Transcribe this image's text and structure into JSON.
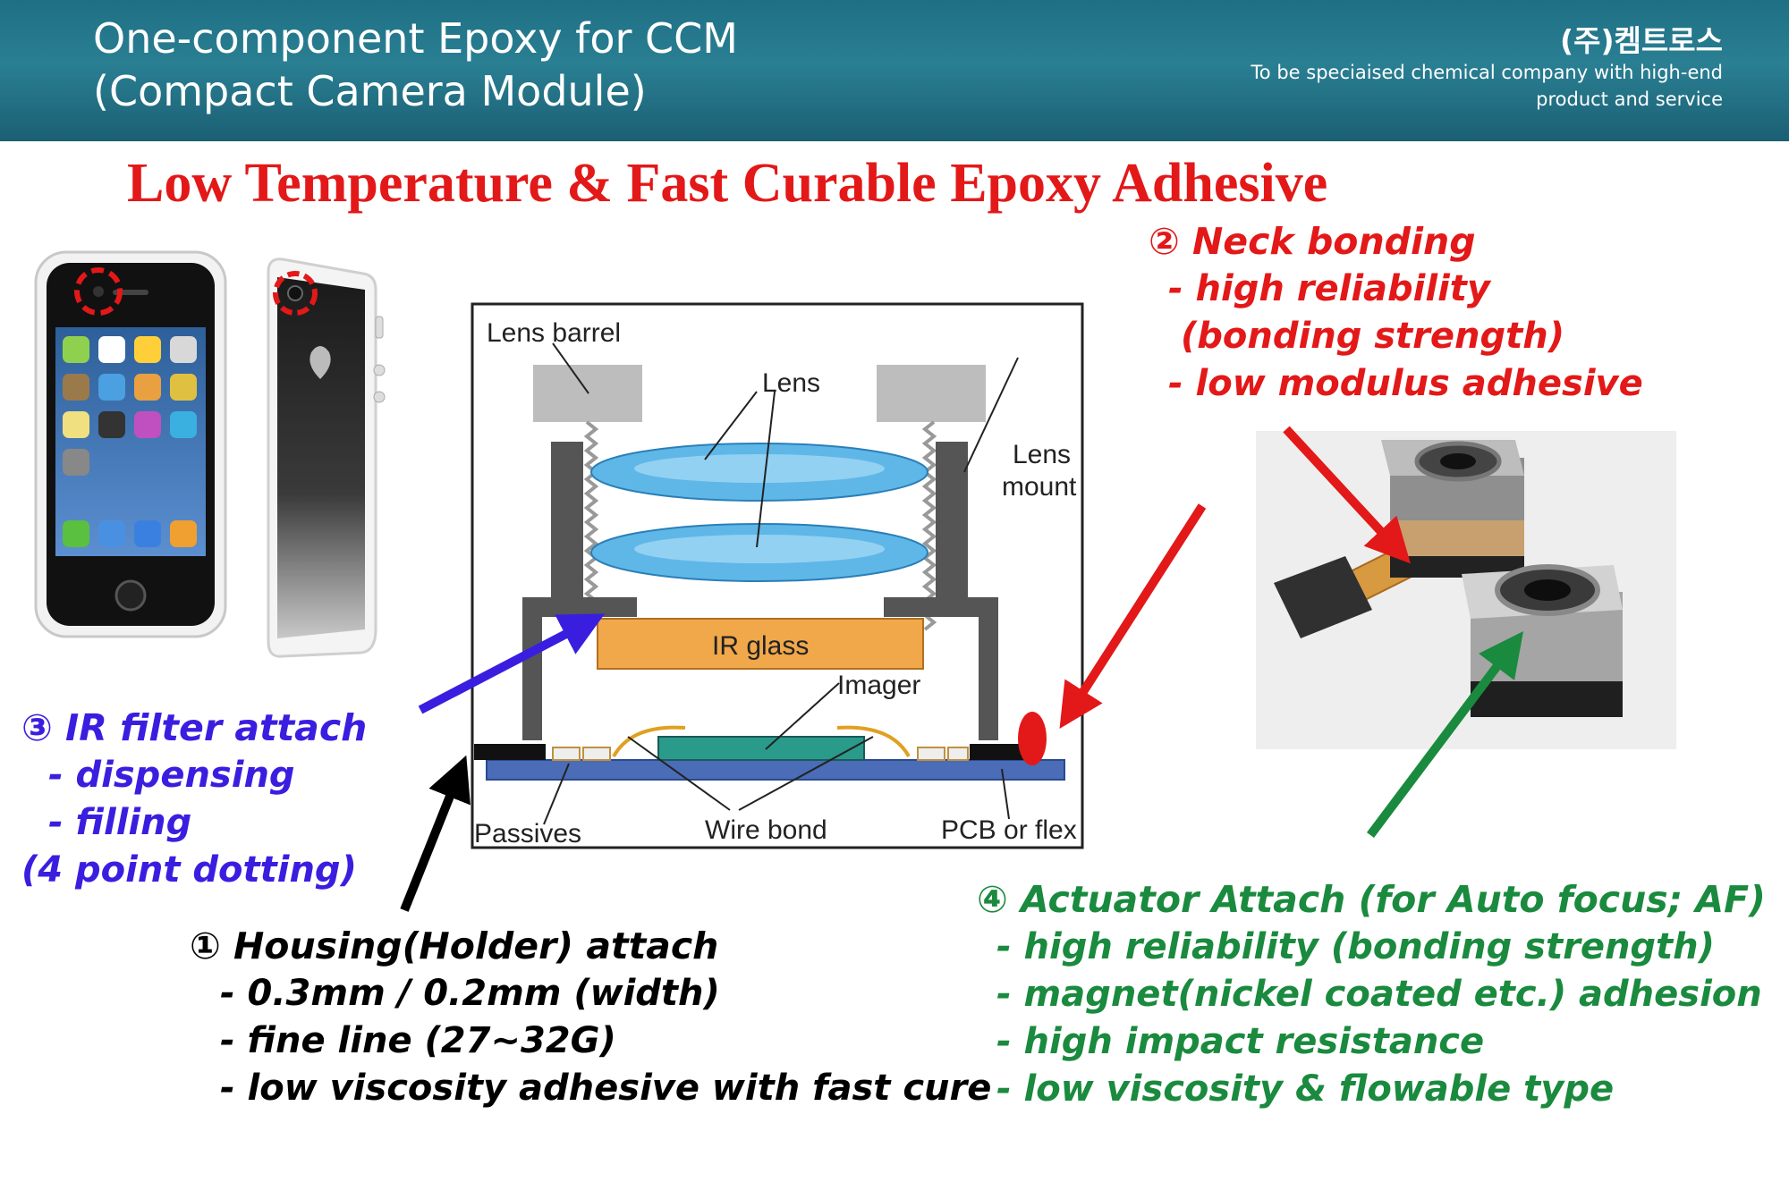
{
  "header": {
    "title_line1": "One-component Epoxy for CCM",
    "title_line2": "(Compact Camera Module)",
    "company_name": "(주)켐트로스",
    "tagline_line1": "To be speciaised chemical company with high-end",
    "tagline_line2": "product and service"
  },
  "main_title": "Low Temperature & Fast Curable Epoxy Adhesive",
  "neck_bonding": {
    "heading": "② Neck bonding",
    "items": [
      "- high reliability",
      "(bonding strength)",
      "- low modulus adhesive"
    ]
  },
  "ir_filter": {
    "heading": "③ IR filter attach",
    "items": [
      "- dispensing",
      "- filling",
      "(4 point dotting)"
    ]
  },
  "housing": {
    "heading": "① Housing(Holder) attach",
    "items": [
      "- 0.3mm / 0.2mm (width)",
      "- fine line (27~32G)",
      "- low viscosity adhesive with fast cure"
    ]
  },
  "actuator": {
    "heading": "④ Actuator Attach (for Auto focus; AF)",
    "items": [
      "- high reliability (bonding strength)",
      "- magnet(nickel coated etc.) adhesion",
      "- high impact resistance",
      "- low viscosity & flowable type"
    ]
  },
  "diagram": {
    "labels": {
      "lens_barrel": "Lens barrel",
      "lens": "Lens",
      "lens_mount_1": "Lens",
      "lens_mount_2": "mount",
      "ir_glass": "IR glass",
      "imager": "Imager",
      "passives": "Passives",
      "wire_bond": "Wire bond",
      "pcb": "PCB or flex"
    }
  },
  "colors": {
    "header_bg": "#1f6f84",
    "red": "#e31818",
    "blue": "#3a1ee0",
    "green": "#1a8a3e",
    "black": "#000000"
  },
  "icons": {
    "phone_front": "smartphone-front-icon",
    "phone_back": "smartphone-back-icon",
    "camera_module": "camera-module-icon"
  }
}
